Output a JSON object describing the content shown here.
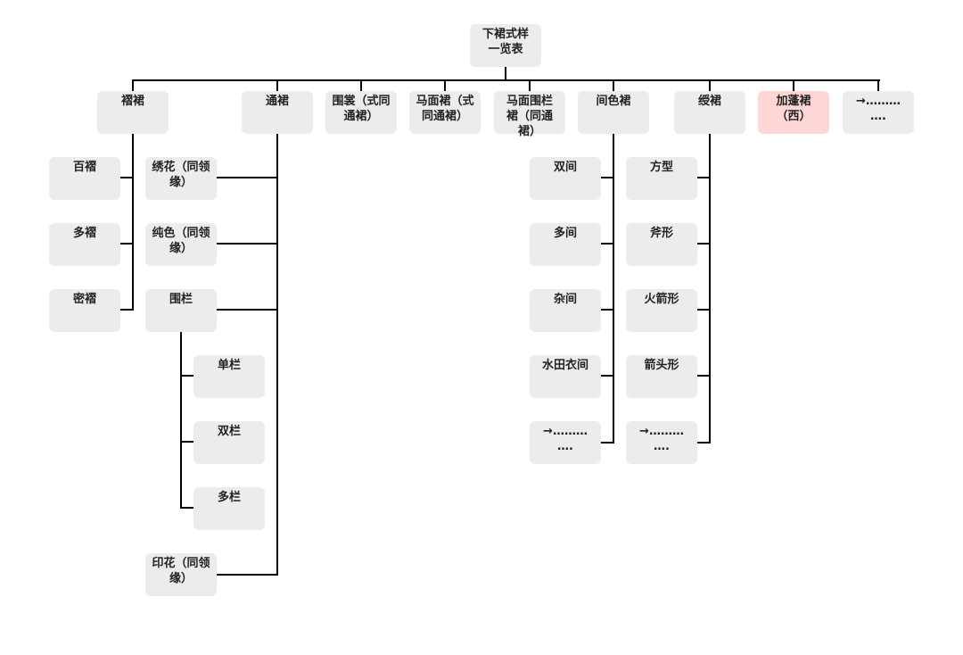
{
  "colors": {
    "node_fill": "#ececec",
    "highlight_fill": "#ffd6d6",
    "line": "#000000",
    "text": "#222222"
  },
  "root": "下裙式样\n一览表",
  "categories": {
    "zhequn": "褶裙",
    "tongqun": "通裙",
    "weishang": "围裳（式同\n通裙）",
    "mamianqun": "马面裙（式\n同通裙）",
    "mamianweilan": "马面围栏\n裙（同通\n裙）",
    "jianse": "间色裙",
    "shouqun": "绶裙",
    "jiapengqun": "加蓬裙\n（西）",
    "more": "→………\n…."
  },
  "zhequn_children": {
    "baizhe": "百褶",
    "duozhe": "多褶",
    "mizhe": "密褶"
  },
  "tongqun_children": {
    "xiuhua": "绣花（同领\n缘）",
    "chunse": "纯色（同领\n缘）",
    "weilan": "围栏",
    "yinhua": "印花（同领\n缘）"
  },
  "weilan_children": {
    "danlan": "单栏",
    "shuanglan": "双栏",
    "duolan": "多栏"
  },
  "jianse_children": {
    "shuangjian": "双间",
    "duojian": "多间",
    "zajian": "杂间",
    "shuitian": "水田衣间",
    "more": "→………\n…."
  },
  "shouqun_children": {
    "fangxing": "方型",
    "fuxing": "斧形",
    "huojian": "火箭形",
    "jiantou": "箭头形",
    "more": "→………\n…."
  }
}
